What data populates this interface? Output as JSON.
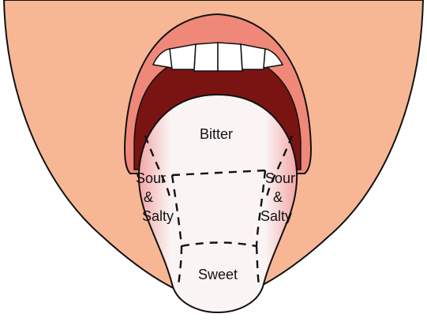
{
  "labels": {
    "bitter": "Bitter",
    "sweet": "Sweet",
    "sour_salty_left": {
      "line1": "Sour",
      "line2": "&",
      "line3": "Salty"
    },
    "sour_salty_right": {
      "line1": "Sour",
      "line2": "&",
      "line3": "Salty"
    }
  },
  "colors": {
    "skin": "#f7b795",
    "lips": "#ef8879",
    "mouth_interior": "#7a1412",
    "teeth": "#ffffff",
    "tongue": "#fbf4f4",
    "tongue_side_tint": "#f2a6a6",
    "outline": "#111111"
  }
}
